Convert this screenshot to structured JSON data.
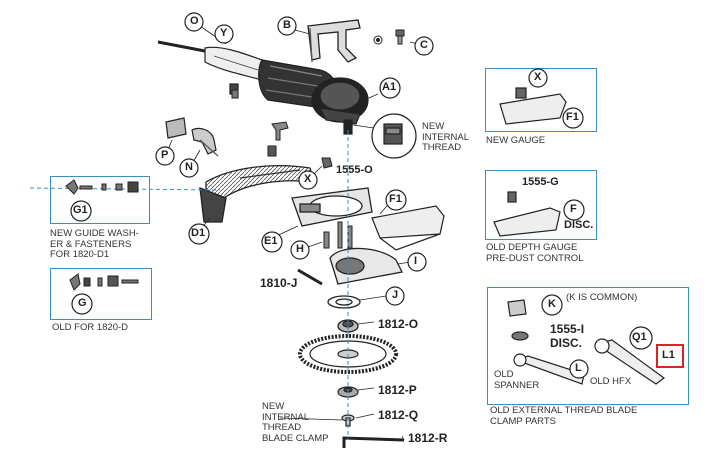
{
  "callouts": {
    "O": "O",
    "Y": "Y",
    "B": "B",
    "C": "C",
    "A1": "A1",
    "P": "P",
    "N": "N",
    "X_top": "X",
    "X_box": "X",
    "F1_top": "F1",
    "F1_mid": "F1",
    "G1": "G1",
    "D1": "D1",
    "E1": "E1",
    "H": "H",
    "I": "I",
    "J": "J",
    "G": "G",
    "F": "F",
    "K": "K",
    "Q1": "Q1",
    "L": "L",
    "L1": "L1"
  },
  "part_numbers": {
    "p1555O": "1555-O",
    "p1555G": "1555-G",
    "p1810J": "1810-J",
    "p1812O": "1812-O",
    "p1812P": "1812-P",
    "p1812Q": "1812-Q",
    "p1812R": "1812-R",
    "p1555I": "1555-I",
    "disc_small": "DISC.",
    "disc_f": "DISC."
  },
  "labels": {
    "new_internal_thread_top": [
      "NEW",
      "INTERNAL",
      "THREAD"
    ],
    "new_gauge": "NEW GAUGE",
    "old_depth_gauge": [
      "OLD DEPTH GAUGE",
      "PRE-DUST CONTROL"
    ],
    "new_guide_washer": [
      "NEW GUIDE WASH-",
      "ER & FASTENERS",
      "FOR 1820-D1"
    ],
    "old_for": "OLD FOR 1820-D",
    "k_common": "(K IS COMMON)",
    "old_spanner": [
      "OLD",
      "SPANNER"
    ],
    "old_hfx": "OLD HFX",
    "old_external": [
      "OLD EXTERNAL THREAD BLADE",
      "CLAMP PARTS"
    ],
    "new_internal_blade": [
      "NEW",
      "INTERNAL",
      "THREAD",
      "BLADE CLAMP"
    ]
  },
  "colors": {
    "box": "#3a8fc0",
    "highlight": "#d22",
    "ink": "#222"
  }
}
